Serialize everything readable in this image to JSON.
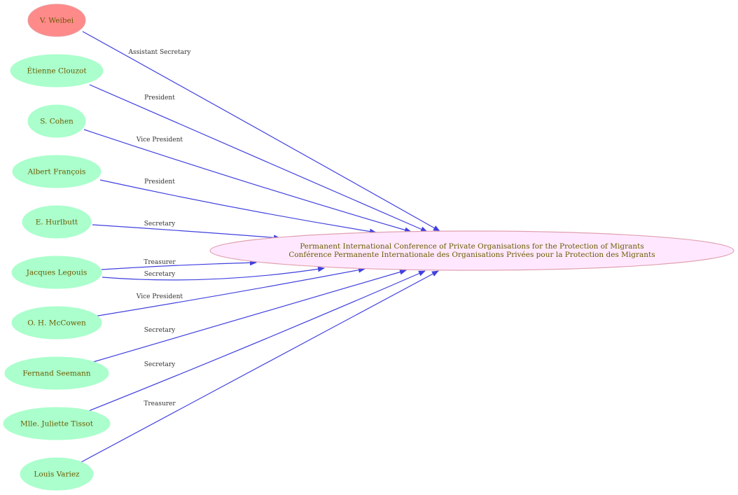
{
  "colors": {
    "person_fill": "#aaffcc",
    "highlight_fill": "#ff8a8a",
    "highlight_stroke": "#e8a0a0",
    "hub_fill": "#ffe8ff",
    "hub_stroke": "#e0a0b0",
    "edge": "#4040e0",
    "node_text": "#6b5a00",
    "edge_text": "#333333"
  },
  "hub": {
    "line1": "Permanent International Conference of Private Organisations for the Protection of Migrants",
    "line2": "Conférence Permanente Internationale des Organisations Privées pour la Protection des Migrants"
  },
  "persons": [
    {
      "name": "V. Weibei",
      "highlight": true
    },
    {
      "name": "Étienne Clouzot",
      "highlight": false
    },
    {
      "name": "S. Cohen",
      "highlight": false
    },
    {
      "name": "Albert François",
      "highlight": false
    },
    {
      "name": "E. Hurlbutt",
      "highlight": false
    },
    {
      "name": "Jacques Legouis",
      "highlight": false
    },
    {
      "name": "O. H. McCowen",
      "highlight": false
    },
    {
      "name": "Fernand Seemann",
      "highlight": false
    },
    {
      "name": "Mlle. Juliette Tissot",
      "highlight": false
    },
    {
      "name": "Louis Variez",
      "highlight": false
    }
  ],
  "edges": [
    {
      "from": 0,
      "label": "Assistant Secretary"
    },
    {
      "from": 1,
      "label": "President"
    },
    {
      "from": 2,
      "label": "Vice President"
    },
    {
      "from": 3,
      "label": "President"
    },
    {
      "from": 4,
      "label": "Secretary"
    },
    {
      "from": 5,
      "label": "Treasurer"
    },
    {
      "from": 5,
      "label": "Secretary"
    },
    {
      "from": 6,
      "label": "Vice President"
    },
    {
      "from": 7,
      "label": "Secretary"
    },
    {
      "from": 8,
      "label": "Secretary"
    },
    {
      "from": 9,
      "label": "Treasurer"
    }
  ]
}
